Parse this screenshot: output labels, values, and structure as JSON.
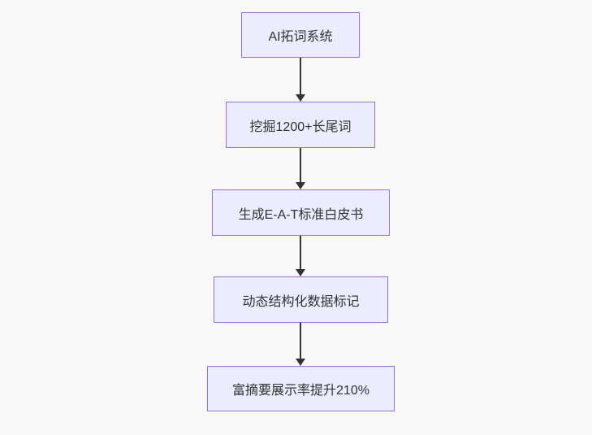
{
  "diagram": {
    "type": "flowchart",
    "direction": "top-down",
    "nodes": [
      {
        "id": "n1",
        "label": "AI拓词系统"
      },
      {
        "id": "n2",
        "label": "挖掘1200+长尾词"
      },
      {
        "id": "n3",
        "label": "生成E-A-T标准白皮书"
      },
      {
        "id": "n4",
        "label": "动态结构化数据标记"
      },
      {
        "id": "n5",
        "label": "富摘要展示率提升210%"
      }
    ],
    "edges": [
      {
        "from": "n1",
        "to": "n2"
      },
      {
        "from": "n2",
        "to": "n3"
      },
      {
        "from": "n3",
        "to": "n4"
      },
      {
        "from": "n4",
        "to": "n5"
      }
    ],
    "colors": {
      "background": "#f8f8f8",
      "node_fill": "#ECECFF",
      "node_border": "#9370DB",
      "text": "#333333",
      "arrow": "#333333"
    }
  }
}
